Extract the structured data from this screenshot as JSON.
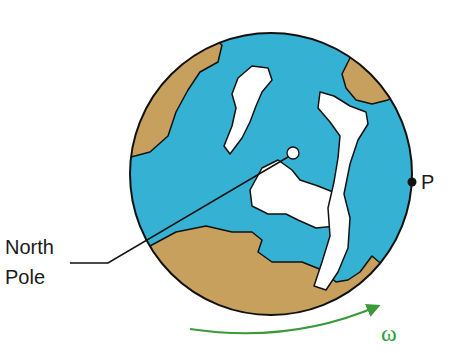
{
  "diagram": {
    "labels": [
      "North Pole",
      "P",
      "ω"
    ]
  }
}
